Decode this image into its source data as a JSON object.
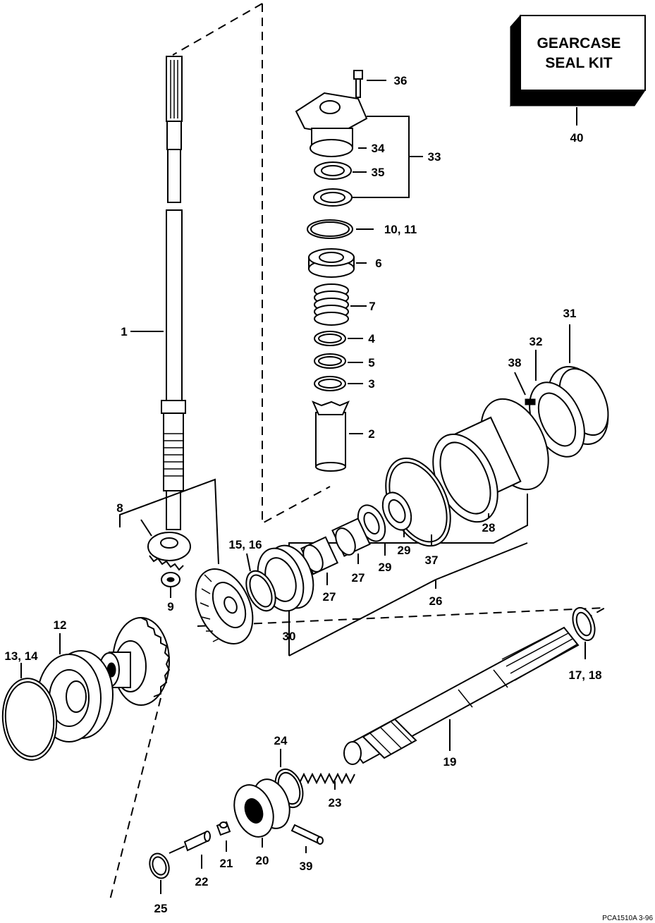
{
  "kit": {
    "line1": "GEARCASE",
    "line2": "SEAL KIT",
    "callout": "40"
  },
  "code": "PCA1510A 3-96",
  "callouts": {
    "c1": "1",
    "c2": "2",
    "c3": "3",
    "c4": "4",
    "c5": "5",
    "c6": "6",
    "c7": "7",
    "c8": "8",
    "c9": "9",
    "c10_11": "10, 11",
    "c12": "12",
    "c13_14": "13, 14",
    "c15_16": "15, 16",
    "c17_18": "17, 18",
    "c19": "19",
    "c20": "20",
    "c21": "21",
    "c22": "22",
    "c23": "23",
    "c24": "24",
    "c25": "25",
    "c26": "26",
    "c27a": "27",
    "c27b": "27",
    "c28": "28",
    "c29a": "29",
    "c29b": "29",
    "c30": "30",
    "c31": "31",
    "c32": "32",
    "c33": "33",
    "c34": "34",
    "c35": "35",
    "c36": "36",
    "c37": "37",
    "c38": "38",
    "c39": "39"
  }
}
